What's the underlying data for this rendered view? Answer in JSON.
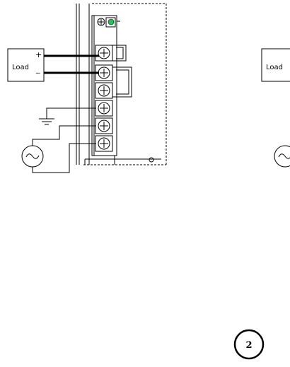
{
  "diagram": {
    "load_left": "Load",
    "load_right": "Load",
    "plus_sign": "+",
    "minus_sign": "_",
    "page_number": "2",
    "led_color": "#22c55e"
  }
}
